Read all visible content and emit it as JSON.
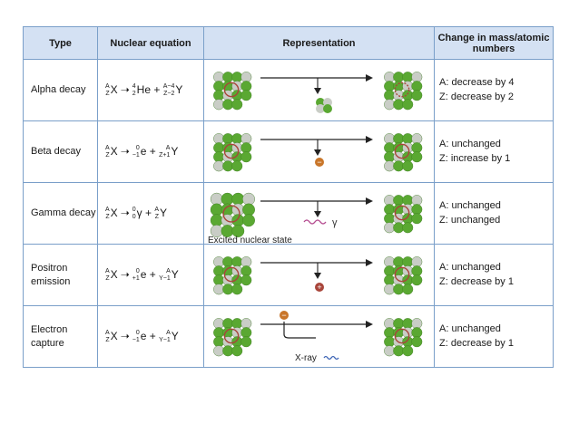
{
  "headers": {
    "type": "Type",
    "equation": "Nuclear equation",
    "representation": "Representation",
    "change": "Change in mass/atomic numbers"
  },
  "rows": [
    {
      "type": "Alpha decay",
      "eq": {
        "parent": {
          "sup": "A",
          "sub": "Z",
          "sym": "X"
        },
        "p1": {
          "sup": "4",
          "sub": "2",
          "sym": "He"
        },
        "p2": {
          "sup": "A−4",
          "sub": "Z−2",
          "sym": "Y"
        }
      },
      "change_a": "A: decrease by 4",
      "change_z": "Z: decrease by 2"
    },
    {
      "type": "Beta decay",
      "eq": {
        "parent": {
          "sup": "A",
          "sub": "Z",
          "sym": "X"
        },
        "p1": {
          "sup": "0",
          "sub": "−1",
          "sym": "e"
        },
        "p2": {
          "sup": "A",
          "sub": "Z+1",
          "sym": "Y"
        }
      },
      "change_a": "A: unchanged",
      "change_z": "Z: increase by 1"
    },
    {
      "type": "Gamma decay",
      "eq": {
        "parent": {
          "sup": "A",
          "sub": "Z",
          "sym": "X"
        },
        "p1": {
          "sup": "0",
          "sub": "0",
          "sym": "γ"
        },
        "p2": {
          "sup": "A",
          "sub": "Z",
          "sym": "Y"
        }
      },
      "change_a": "A: unchanged",
      "change_z": "Z: unchanged",
      "rep_label": "Excited nuclear state",
      "gamma_symbol": "γ"
    },
    {
      "type": "Positron emission",
      "eq": {
        "parent": {
          "sup": "A",
          "sub": "Z",
          "sym": "X"
        },
        "p1": {
          "sup": "0",
          "sub": "+1",
          "sym": "e"
        },
        "p2": {
          "sup": "A",
          "sub": "Y−1",
          "sym": "Y"
        }
      },
      "change_a": "A: unchanged",
      "change_z": "Z: decrease by 1"
    },
    {
      "type": "Electron capture",
      "eq": {
        "parent": {
          "sup": "A",
          "sub": "Z",
          "sym": "X"
        },
        "p1": {
          "sup": "0",
          "sub": "−1",
          "sym": "e"
        },
        "p2": {
          "sup": "A",
          "sub": "Y−1",
          "sym": "Y"
        }
      },
      "change_a": "A: unchanged",
      "change_z": "Z: decrease by 1",
      "rep_label": "X-ray"
    }
  ],
  "colors": {
    "header_bg": "#d4e1f3",
    "border": "#7a9fc9",
    "proton": "#5aa832",
    "neutron": "#c9cdc6",
    "highlight": "#a8453a",
    "electron": "#c9762a",
    "gamma": "#b44a8f",
    "xray": "#3c63b4"
  }
}
